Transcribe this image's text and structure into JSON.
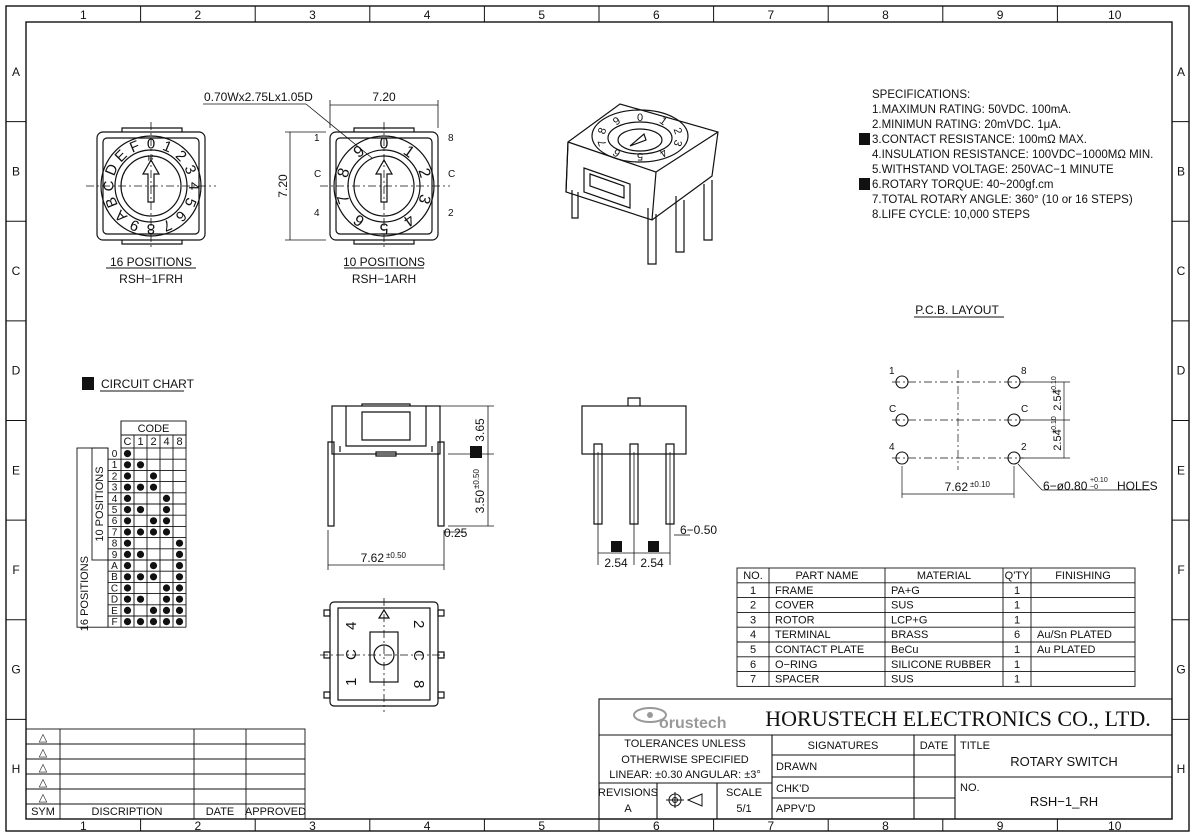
{
  "frame": {
    "columns": [
      "1",
      "2",
      "3",
      "4",
      "5",
      "6",
      "7",
      "8",
      "9",
      "10"
    ],
    "rows": [
      "A",
      "B",
      "C",
      "D",
      "E",
      "F",
      "G",
      "H"
    ]
  },
  "specifications": {
    "heading": "SPECIFICATIONS:",
    "items": [
      {
        "text": "1.MAXIMUN RATING: 50VDC. 100mA.",
        "marked": false
      },
      {
        "text": "2.MINIMUN RATING: 20mVDC. 1μA.",
        "marked": false
      },
      {
        "text": "3.CONTACT RESISTANCE: 100mΩ MAX.",
        "marked": true
      },
      {
        "text": "4.INSULATION RESISTANCE: 100VDC−1000MΩ MIN.",
        "marked": false
      },
      {
        "text": "5.WITHSTAND VOLTAGE: 250VAC−1 MINUTE",
        "marked": false
      },
      {
        "text": "6.ROTARY TORQUE: 40~200gf.cm",
        "marked": true
      },
      {
        "text": "7.TOTAL ROTARY ANGLE: 360° (10 or 16 STEPS)",
        "marked": false
      },
      {
        "text": "8.LIFE CYCLE: 10,000 STEPS",
        "marked": false
      }
    ]
  },
  "top_views": {
    "hex": {
      "label": "16 POSITIONS",
      "model": "RSH−1FRH",
      "digits": [
        "0",
        "1",
        "2",
        "3",
        "4",
        "5",
        "6",
        "7",
        "8",
        "9",
        "A",
        "B",
        "C",
        "D",
        "E",
        "F"
      ]
    },
    "dec": {
      "label": "10 POSITIONS",
      "model": "RSH−1ARH",
      "digits": [
        "0",
        "1",
        "2",
        "3",
        "4",
        "5",
        "6",
        "7",
        "8",
        "9"
      ],
      "pin_labels": [
        "1",
        "C",
        "4",
        "8",
        "C",
        "2"
      ]
    },
    "dim_slot": "0.70Wx2.75Lx1.05D",
    "dim_width": "7.20",
    "dim_height": "7.20"
  },
  "circuit_chart": {
    "title": "CIRCUIT CHART",
    "code_label": "CODE",
    "columns": [
      "C",
      "1",
      "2",
      "4",
      "8"
    ],
    "group_10": "10 POSITIONS",
    "group_16": "16 POSITIONS",
    "rows": [
      {
        "pos": "0",
        "dots": [
          1,
          0,
          0,
          0,
          0
        ]
      },
      {
        "pos": "1",
        "dots": [
          1,
          1,
          0,
          0,
          0
        ]
      },
      {
        "pos": "2",
        "dots": [
          1,
          0,
          1,
          0,
          0
        ]
      },
      {
        "pos": "3",
        "dots": [
          1,
          1,
          1,
          0,
          0
        ]
      },
      {
        "pos": "4",
        "dots": [
          1,
          0,
          0,
          1,
          0
        ]
      },
      {
        "pos": "5",
        "dots": [
          1,
          1,
          0,
          1,
          0
        ]
      },
      {
        "pos": "6",
        "dots": [
          1,
          0,
          1,
          1,
          0
        ]
      },
      {
        "pos": "7",
        "dots": [
          1,
          1,
          1,
          1,
          0
        ]
      },
      {
        "pos": "8",
        "dots": [
          1,
          0,
          0,
          0,
          1
        ]
      },
      {
        "pos": "9",
        "dots": [
          1,
          1,
          0,
          0,
          1
        ]
      },
      {
        "pos": "A",
        "dots": [
          1,
          0,
          1,
          0,
          1
        ]
      },
      {
        "pos": "B",
        "dots": [
          1,
          1,
          1,
          0,
          1
        ]
      },
      {
        "pos": "C",
        "dots": [
          1,
          0,
          0,
          1,
          1
        ]
      },
      {
        "pos": "D",
        "dots": [
          1,
          1,
          0,
          1,
          1
        ]
      },
      {
        "pos": "E",
        "dots": [
          1,
          0,
          1,
          1,
          1
        ]
      },
      {
        "pos": "F",
        "dots": [
          1,
          1,
          1,
          1,
          1
        ]
      }
    ]
  },
  "side_view": {
    "dim_width": "7.62",
    "dim_width_tol": "±0.50",
    "dim_height": "3.65",
    "dim_pin": "3.50",
    "dim_pin_tol": "±0.50",
    "dim_offset": "0.25"
  },
  "front_view": {
    "pitch_1": "2.54",
    "pitch_2": "2.54",
    "pin_width": "6−0.50"
  },
  "bottom_view": {
    "labels": [
      "1",
      "C",
      "4",
      "8",
      "C",
      "2"
    ]
  },
  "pcb_layout": {
    "title": "P.C.B. LAYOUT",
    "pin_labels": [
      "1",
      "C",
      "4",
      "8",
      "C",
      "2"
    ],
    "dim_width": "7.62",
    "dim_width_tol": "±0.10",
    "dim_pitch_1": "2.54",
    "dim_pitch_1_tol": "±0.10",
    "dim_pitch_2": "2.54",
    "dim_pitch_2_tol": "±0.10",
    "holes": "6−ø0.80",
    "holes_tol_up": "+0.10",
    "holes_tol_down": "−0",
    "holes_suffix": "HOLES"
  },
  "center_marks": [
    "ℼ"
  ],
  "parts": {
    "headers": [
      "NO.",
      "PART NAME",
      "MATERIAL",
      "Q'TY",
      "FINISHING"
    ],
    "rows": [
      [
        "1",
        "FRAME",
        "PA+G",
        "1",
        ""
      ],
      [
        "2",
        "COVER",
        "SUS",
        "1",
        ""
      ],
      [
        "3",
        "ROTOR",
        "LCP+G",
        "1",
        ""
      ],
      [
        "4",
        "TERMINAL",
        "BRASS",
        "6",
        "Au/Sn PLATED"
      ],
      [
        "5",
        "CONTACT PLATE",
        "BeCu",
        "1",
        "Au PLATED"
      ],
      [
        "6",
        "O−RING",
        "SILICONE RUBBER",
        "1",
        ""
      ],
      [
        "7",
        "SPACER",
        "SUS",
        "1",
        ""
      ]
    ]
  },
  "revision_table": {
    "headers": [
      "SYM",
      "DISCRIPTION",
      "DATE",
      "APPROVED"
    ],
    "symbol": "△"
  },
  "title_block": {
    "logo": "orustech",
    "company": "HORUSTECH ELECTRONICS  CO., LTD.",
    "tolerance_1": "TOLERANCES UNLESS",
    "tolerance_2": "OTHERWISE SPECIFIED",
    "tolerance_3": "LINEAR: ±0.30 ANGULAR: ±3°",
    "revisions_label": "REVISIONS",
    "revisions_value": "A",
    "scale_label": "SCALE",
    "scale_value": "5/1",
    "signatures": "SIGNATURES",
    "date": "DATE",
    "drawn": "DRAWN",
    "checked": "CHK'D",
    "approved": "APPV'D",
    "title_label": "TITLE",
    "title_value": "ROTARY  SWITCH",
    "no_label": "NO.",
    "no_value": "RSH−1_RH"
  }
}
